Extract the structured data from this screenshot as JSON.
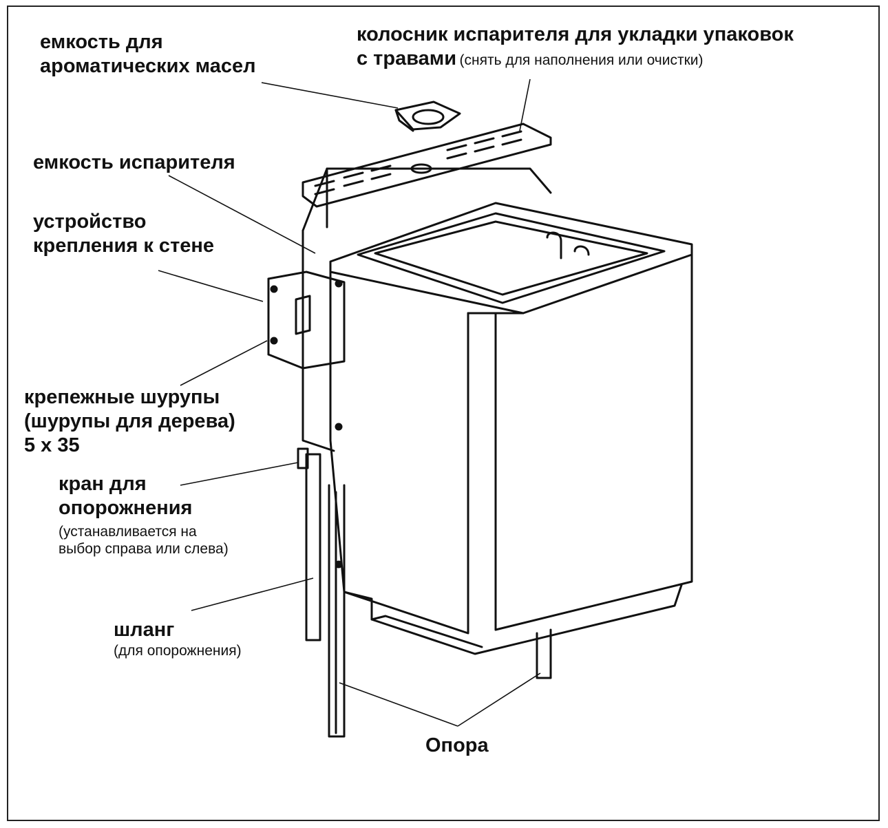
{
  "labels": {
    "aroma_cup": {
      "line1": "емкость для",
      "line2": "ароматических масел"
    },
    "herb_grate": {
      "line1": "колосник испарителя для укладки упаковок",
      "line2_bold": "с травами",
      "line2_note": "(снять для наполнения или очистки)"
    },
    "evaporator": "емкость испарителя",
    "wall_mount": {
      "line1": "устройство",
      "line2": "крепления к стене"
    },
    "screws": {
      "line1": "крепежные шурупы",
      "line2": "(шурупы для дерева)",
      "line3": "5 х 35"
    },
    "drain_tap": {
      "line1": "кран для",
      "line2": "опорожнения",
      "note1": "(устанавливается на",
      "note2": "выбор справа или слева)"
    },
    "hose": {
      "title": "шланг",
      "note": "(для опорожнения)"
    },
    "support": "Опора"
  }
}
